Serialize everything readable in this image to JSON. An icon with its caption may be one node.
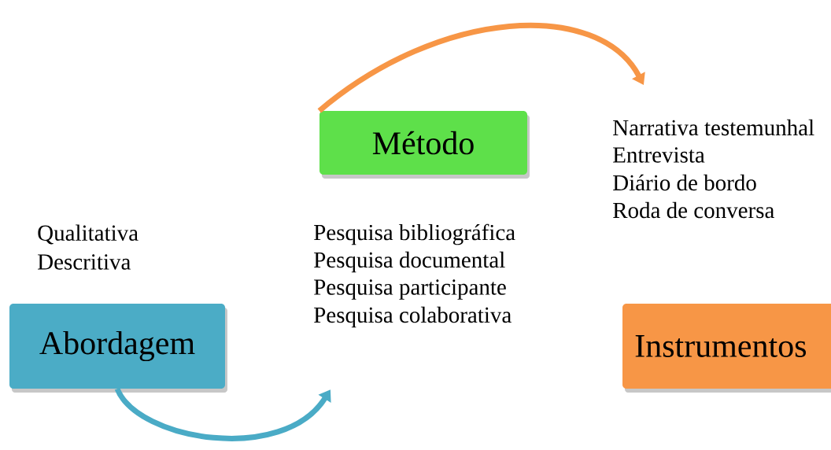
{
  "diagram": {
    "nodes": [
      {
        "text": [
          "Abordagem"
        ],
        "beside": [
          "Qualitativa",
          "Descritiva"
        ]
      },
      {
        "text": [
          "Método"
        ],
        "beside": [
          "Pesquisa bibliográfica",
          "Pesquisa documental",
          "Pesquisa participante",
          "Pesquisa colaborativa"
        ]
      },
      {
        "text": [
          "Instrumentos"
        ],
        "beside": [
          "Narrativa testemunhal",
          "Entrevista",
          "Diário de bordo",
          "Roda de conversa"
        ]
      }
    ],
    "edges": [
      {
        "from": 0,
        "to": null,
        "arrow": "to",
        "color": "#4aabc6"
      },
      {
        "from": 1,
        "to": null,
        "arrow": "to",
        "color": "#f79646"
      }
    ]
  }
}
